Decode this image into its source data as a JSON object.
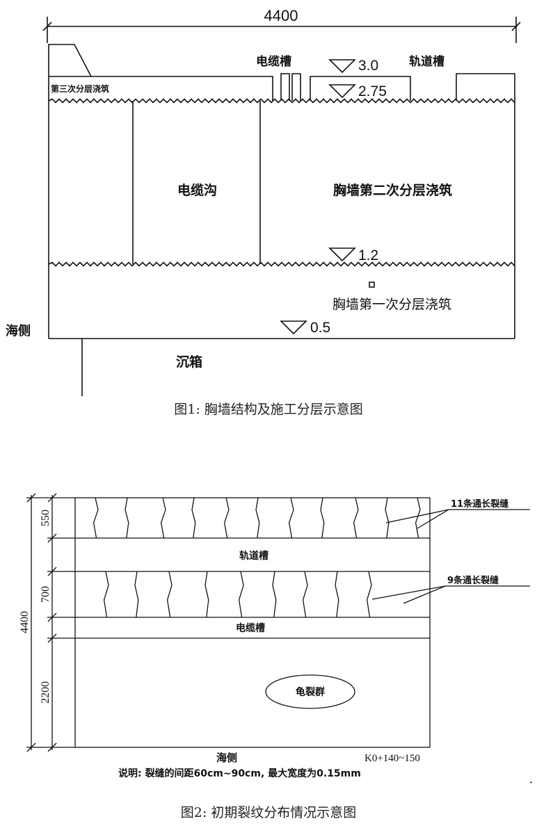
{
  "fig1": {
    "dimension": "4400",
    "labels": {
      "cable_trough": "电缆槽",
      "rail_trough": "轨道槽",
      "third_pour": "第三次分层浇筑",
      "cable_trench": "电缆沟",
      "second_pour": "胸墙第二次分层浇筑",
      "first_pour": "胸墙第一次分层浇筑",
      "sea_side": "海侧",
      "caisson": "沉箱"
    },
    "elevations": {
      "e30": "3.0",
      "e275": "2.75",
      "e12": "1.2",
      "e05": "0.5"
    },
    "caption": "图1: 胸墙结构及施工分层示意图"
  },
  "fig2": {
    "dims": {
      "total": "4400",
      "d550": "550",
      "d700": "700",
      "d2200": "2200"
    },
    "labels": {
      "cracks11": "11条通长裂缝",
      "rail_trough": "轨道槽",
      "cracks9": "9条通长裂缝",
      "cable_trough": "电缆槽",
      "crack_group": "龟裂群",
      "sea_side": "海侧",
      "station": "K0+140~150"
    },
    "note": "说明: 裂缝的间距60cm~90cm, 最大宽度为0.15mm",
    "caption": "图2: 初期裂纹分布情况示意图"
  }
}
